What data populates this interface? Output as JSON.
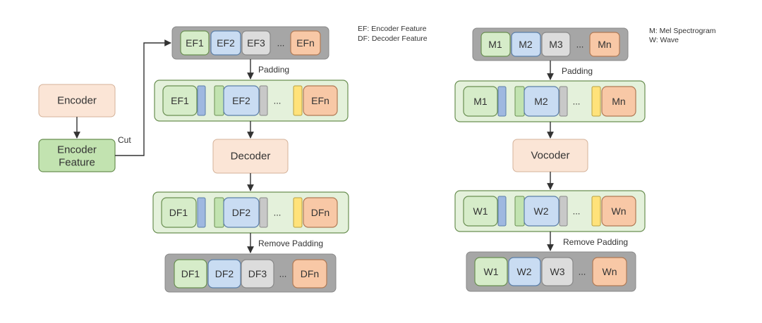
{
  "colors": {
    "green": "#d6ecc9",
    "green_stroke": "#6a8f52",
    "blue": "#c9dcf2",
    "blue_stroke": "#5b7fa8",
    "gray": "#dcdcdc",
    "gray_stroke": "#888888",
    "orange": "#f8c8a6",
    "orange_stroke": "#b07a55",
    "peach": "#fbe5d6",
    "peach_stroke": "#d4b29a",
    "dark_container": "#a6a6a6",
    "light_container": "#e4f1db",
    "pad_blue": "#9fb8e0",
    "pad_green": "#c2e3b0",
    "pad_gray": "#c8c8c8",
    "pad_yellow": "#ffe27a",
    "line": "#333333"
  },
  "left": {
    "encoder": "Encoder",
    "encoder_feature_line1": "Encoder",
    "encoder_feature_line2": "Feature",
    "cut_label": "Cut",
    "padding_label": "Padding",
    "decoder": "Decoder",
    "remove_padding_label": "Remove Padding",
    "ef_top": [
      "EF1",
      "EF2",
      "EF3",
      "...",
      "EFn"
    ],
    "ef_padded": [
      "EF1",
      "EF2",
      "...",
      "EFn"
    ],
    "df_padded": [
      "DF1",
      "DF2",
      "...",
      "DFn"
    ],
    "df_bottom": [
      "DF1",
      "DF2",
      "DF3",
      "...",
      "DFn"
    ],
    "legend_ef": "EF:  Encoder Feature",
    "legend_df": "DF: Decoder Feature"
  },
  "right": {
    "m_top": [
      "M1",
      "M2",
      "M3",
      "...",
      "Mn"
    ],
    "padding_label": "Padding",
    "m_padded": [
      "M1",
      "M2",
      "...",
      "Mn"
    ],
    "vocoder": "Vocoder",
    "w_padded": [
      "W1",
      "W2",
      "...",
      "Wn"
    ],
    "remove_padding_label": "Remove Padding",
    "w_bottom": [
      "W1",
      "W2",
      "W3",
      "...",
      "Wn"
    ],
    "legend_m": "M: Mel Spectrogram",
    "legend_w": "W: Wave"
  }
}
